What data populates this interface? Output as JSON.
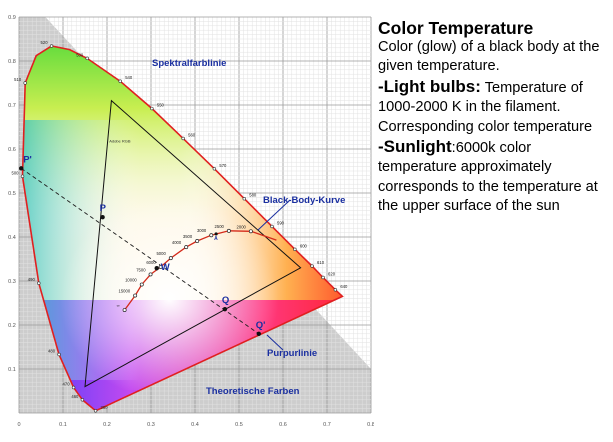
{
  "diagram": {
    "title": "Spektralfarblinie",
    "black_body_label": "Black-Body-Kurve",
    "purple_line_label": "Purpurlinie",
    "theoretical_label": "Theoretische Farben",
    "gamut_label": "Adobe RGB",
    "x_ticks": [
      "0",
      "0.1",
      "0.2",
      "0.3",
      "0.4",
      "0.5",
      "0.6",
      "0.7",
      "0.8"
    ],
    "y_ticks": [
      "0.9",
      "0.8",
      "0.7",
      "0.6",
      "0.5",
      "0.4",
      "0.3",
      "0.2",
      "0.1"
    ],
    "wavelengths": [
      {
        "label": "520",
        "x": 0.074,
        "y": 0.834
      },
      {
        "label": "530",
        "x": 0.155,
        "y": 0.806
      },
      {
        "label": "540",
        "x": 0.23,
        "y": 0.754
      },
      {
        "label": "550",
        "x": 0.302,
        "y": 0.692
      },
      {
        "label": "560",
        "x": 0.373,
        "y": 0.624
      },
      {
        "label": "570",
        "x": 0.444,
        "y": 0.555
      },
      {
        "label": "580",
        "x": 0.512,
        "y": 0.487
      },
      {
        "label": "590",
        "x": 0.575,
        "y": 0.424
      },
      {
        "label": "600",
        "x": 0.627,
        "y": 0.372
      },
      {
        "label": "610",
        "x": 0.666,
        "y": 0.334
      },
      {
        "label": "620",
        "x": 0.691,
        "y": 0.308
      },
      {
        "label": "640",
        "x": 0.719,
        "y": 0.28
      },
      {
        "label": "510",
        "x": 0.014,
        "y": 0.75
      },
      {
        "label": "500",
        "x": 0.008,
        "y": 0.538
      },
      {
        "label": "490",
        "x": 0.045,
        "y": 0.295
      },
      {
        "label": "480",
        "x": 0.091,
        "y": 0.133
      },
      {
        "label": "470",
        "x": 0.124,
        "y": 0.058
      },
      {
        "label": "460",
        "x": 0.144,
        "y": 0.03
      },
      {
        "label": "380",
        "x": 0.174,
        "y": 0.005
      }
    ],
    "temperatures": [
      {
        "label": "2000",
        "x": 0.527,
        "y": 0.413
      },
      {
        "label": "2500",
        "x": 0.477,
        "y": 0.414
      },
      {
        "label": "3000",
        "x": 0.437,
        "y": 0.404
      },
      {
        "label": "3500",
        "x": 0.405,
        "y": 0.391
      },
      {
        "label": "4000",
        "x": 0.38,
        "y": 0.377
      },
      {
        "label": "5000",
        "x": 0.345,
        "y": 0.352
      },
      {
        "label": "6000",
        "x": 0.322,
        "y": 0.332
      },
      {
        "label": "7500",
        "x": 0.299,
        "y": 0.315
      },
      {
        "label": "10000",
        "x": 0.279,
        "y": 0.292
      },
      {
        "label": "15000",
        "x": 0.264,
        "y": 0.267
      },
      {
        "label": "∞",
        "x": 0.24,
        "y": 0.234
      }
    ],
    "points": [
      {
        "label": "P'",
        "x": 0.005,
        "y": 0.556
      },
      {
        "label": "P",
        "x": 0.19,
        "y": 0.445
      },
      {
        "label": "W",
        "x": 0.313,
        "y": 0.329
      },
      {
        "label": "Q",
        "x": 0.468,
        "y": 0.236
      },
      {
        "label": "Q'",
        "x": 0.545,
        "y": 0.18
      },
      {
        "label": "A",
        "x": 0.448,
        "y": 0.407
      }
    ],
    "colors": {
      "spectral_outline": "#e02020",
      "label_blue": "#1a2fa0",
      "theoretical_bg": "#cfcfcf"
    }
  },
  "panel": {
    "title": "Color Temperature",
    "line1": "Color (glow) of a black body at the given temperature.",
    "light_bulbs_head": "-Light bulbs:",
    "light_bulbs_text": " Temperature of 1000-2000 K in the filament.",
    "corresponding": "Corresponding color temperature",
    "sunlight_head": "-Sunlight",
    "sunlight_text": ":6000k color temperature approximately corresponds to  the temperature at the upper surface of the sun"
  }
}
